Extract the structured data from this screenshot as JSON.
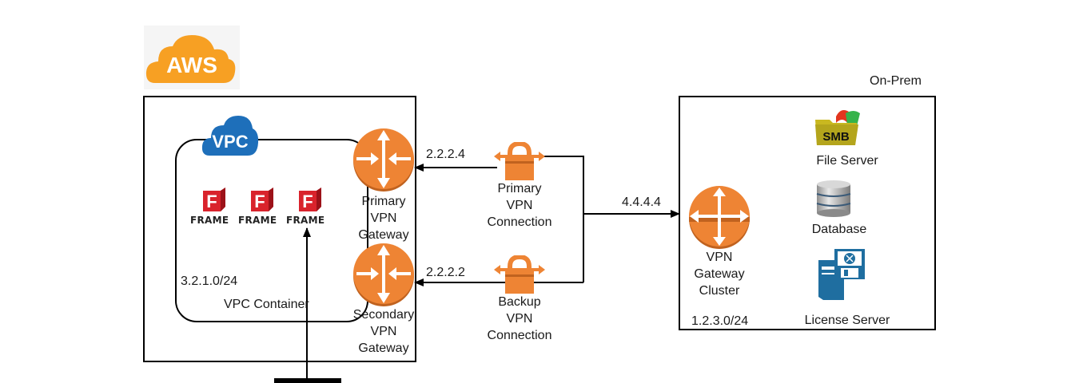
{
  "branding": {
    "aws_logo_text": "AWS",
    "vpc_logo_text": "VPC",
    "frame_logo_letter": "F",
    "frame_logo_text": "FRAME"
  },
  "colors": {
    "aws_orange": "#F7A023",
    "vpn_orange": "#EE8434",
    "vpc_blue": "#1E6FBA",
    "frame_red": "#D9232C",
    "license_blue": "#1F6EA0"
  },
  "aws": {
    "vpc_container_label": "VPC Container",
    "vpc_cidr": "3.2.1.0/24",
    "frame_instances": [
      {
        "label": "FRAME"
      },
      {
        "label": "FRAME"
      },
      {
        "label": "FRAME"
      }
    ],
    "primary_gateway": {
      "line1": "Primary",
      "line2": "VPN",
      "line3": "Gateway"
    },
    "secondary_gateway": {
      "line1": "Secondary",
      "line2": "VPN",
      "line3": "Gateway"
    }
  },
  "connections": {
    "primary": {
      "ip": "2.2.2.4",
      "line1": "Primary",
      "line2": "VPN",
      "line3": "Connection"
    },
    "backup": {
      "ip": "2.2.2.2",
      "line1": "Backup",
      "line2": "VPN",
      "line3": "Connection"
    },
    "onprem_ip": "4.4.4.4"
  },
  "onprem": {
    "title": "On-Prem",
    "gateway_cluster": {
      "line1": "VPN",
      "line2": "Gateway",
      "line3": "Cluster"
    },
    "cidr": "1.2.3.0/24",
    "file_server": {
      "badge": "SMB",
      "label": "File Server"
    },
    "database": {
      "label": "Database"
    },
    "license_server": {
      "label": "License Server"
    }
  }
}
